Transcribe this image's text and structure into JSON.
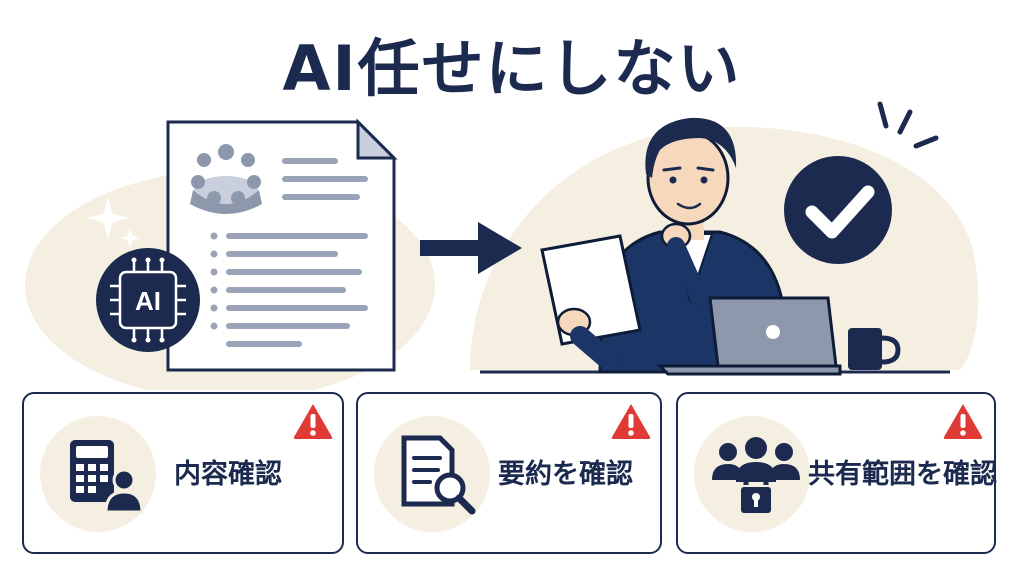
{
  "title": "AI任せにしない",
  "illustration": {
    "ai_chip_label": "AI",
    "arrow": "arrow-right-icon",
    "check": "checkmark-icon"
  },
  "cards": [
    {
      "label": "内容確認",
      "icon": "calculator-person-icon",
      "warning": "warning-icon"
    },
    {
      "label": "要約を確認",
      "icon": "document-search-icon",
      "warning": "warning-icon"
    },
    {
      "label": "共有範囲を確認",
      "icon": "people-lock-icon",
      "warning": "warning-icon"
    }
  ],
  "colors": {
    "navy": "#1b2a4e",
    "cream": "#f5efe2",
    "gray_line": "#9aa3b8",
    "warning_red": "#e03a36"
  }
}
